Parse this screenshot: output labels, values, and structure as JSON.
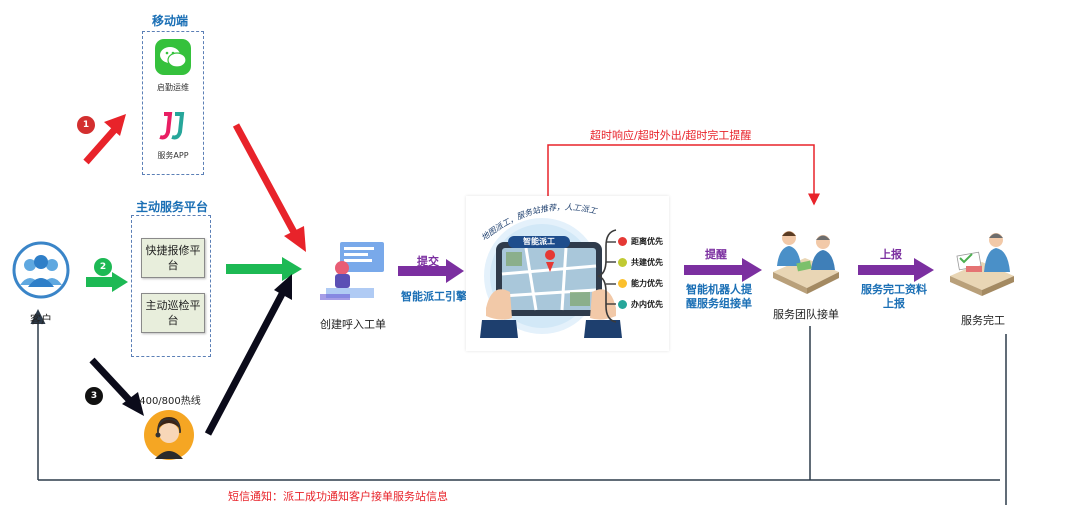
{
  "customer": {
    "label": "客户"
  },
  "mobile": {
    "title": "移动端",
    "wechat_label": "启勤运维",
    "app_label": "服务APP"
  },
  "platform": {
    "title": "主动服务平台",
    "quick_report": "快捷报修平台",
    "patrol": "主动巡检平台"
  },
  "hotline": {
    "label": "400/800热线"
  },
  "steps": {
    "one": "1",
    "two": "2",
    "three": "3"
  },
  "create_order": {
    "label": "创建呼入工单"
  },
  "submit": {
    "top": "提交",
    "bottom": "智能派工引擎"
  },
  "dispatch": {
    "arc_text": "地图派工，服务站推荐，人工派工",
    "banner": "智能派工",
    "legend": [
      {
        "label": "距离优先",
        "color": "#e53935"
      },
      {
        "label": "共建优先",
        "color": "#c0ca33"
      },
      {
        "label": "能力优先",
        "color": "#fbc02d"
      },
      {
        "label": "办内优先",
        "color": "#26a69a"
      }
    ]
  },
  "timeout": {
    "label": "超时响应/超时外出/超时完工提醒"
  },
  "remind": {
    "top": "提醒",
    "bottom_line1": "智能机器人提",
    "bottom_line2": "醒服务组接单"
  },
  "team": {
    "label": "服务团队接单"
  },
  "report": {
    "top": "上报",
    "bottom_line1": "服务完工资料",
    "bottom_line2": "上报"
  },
  "done": {
    "label": "服务完工"
  },
  "sms": {
    "label": "短信通知：派工成功通知客户接单服务站信息"
  },
  "colors": {
    "red_arrow": "#e8232a",
    "green_arrow": "#1db954",
    "black_arrow": "#0b0b1a",
    "purple_arrow": "#7b2fa0",
    "line_dark": "#2d3b4a",
    "accent_blue": "#1a6fb5"
  }
}
